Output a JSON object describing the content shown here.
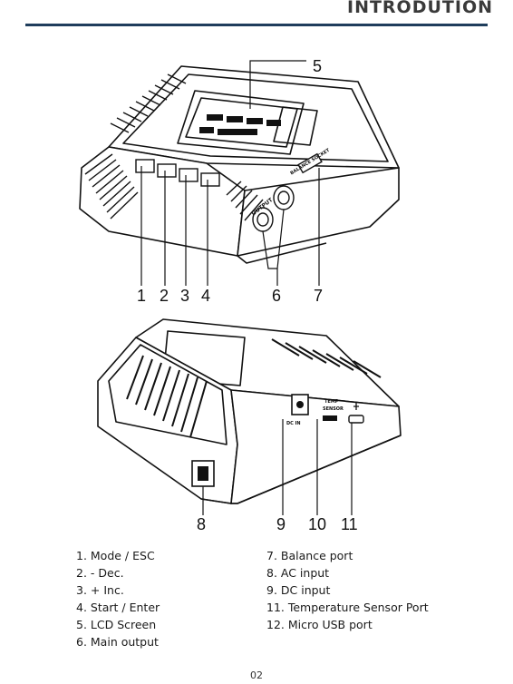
{
  "header": {
    "title": "INTRODUTION"
  },
  "callouts": {
    "top": [
      "5",
      "1",
      "2",
      "3",
      "4",
      "6",
      "7"
    ],
    "bottom": [
      "8",
      "9",
      "10",
      "11"
    ]
  },
  "device_labels": {
    "output": "OUTPUT",
    "balance": "BALANCE SOCKET",
    "dc": "DC IN",
    "temp": "TEMP",
    "sensor": "SENSOR"
  },
  "legend": {
    "left": [
      "1. Mode / ESC",
      "2. - Dec.",
      "3. + Inc.",
      "4. Start / Enter",
      "5. LCD Screen",
      "6. Main output"
    ],
    "right": [
      "7. Balance port",
      "8. AC input",
      "9. DC input",
      "11. Temperature Sensor Port",
      "12. Micro USB port"
    ]
  },
  "footer": {
    "page_number": "02"
  }
}
